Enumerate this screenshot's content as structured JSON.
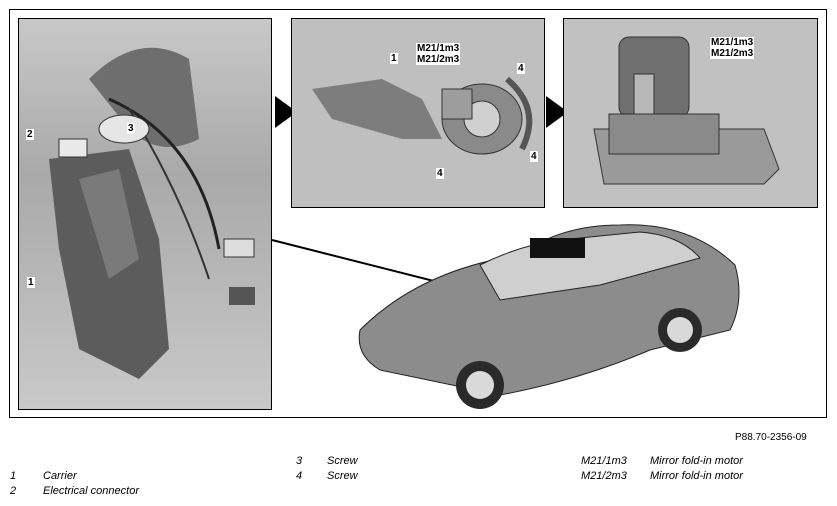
{
  "figure": {
    "reference_code": "P88.70-2356-09",
    "callouts": {
      "left": [
        "1",
        "2",
        "3"
      ],
      "middle": [
        "1",
        "M21/1m3",
        "M21/2m3",
        "4",
        "4",
        "4"
      ],
      "right": [
        "M21/1m3",
        "M21/2m3"
      ]
    }
  },
  "legend": {
    "col1": [
      {
        "key": "1",
        "text": "Carrier"
      },
      {
        "key": "2",
        "text": "Electrical connector"
      }
    ],
    "col2": [
      {
        "key": "3",
        "text": "Screw"
      },
      {
        "key": "4",
        "text": "Screw"
      }
    ],
    "col3": [
      {
        "key": "M21/1m3",
        "text": "Mirror fold-in motor"
      },
      {
        "key": "M21/2m3",
        "text": "Mirror fold-in motor"
      }
    ]
  },
  "colors": {
    "car_body": "#8c8c8c",
    "panel_gray": "#b9b9b9"
  }
}
